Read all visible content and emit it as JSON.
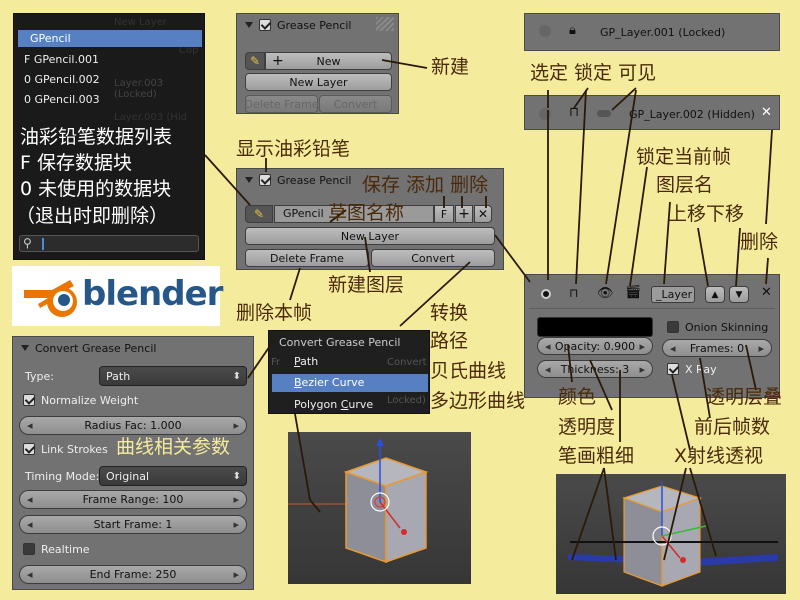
{
  "datablock_list": {
    "items": [
      "GPencil",
      "F GPencil.001",
      "0 GPencil.002",
      "0 GPencil.003"
    ],
    "selected_index": 0,
    "behind_text": [
      "New Layer",
      "Cop",
      "Layer.003 (Locked)",
      "Layer.003 (Hid"
    ],
    "search_placeholder": ""
  },
  "gp_panel_top": {
    "title": "Grease Pencil",
    "new_button": "New",
    "new_layer_button": "New Layer",
    "delete_frame_button": "Delete Frame",
    "convert_button": "Convert"
  },
  "gp_panel_mid": {
    "title": "Grease Pencil",
    "datablock_name": "GPencil",
    "fake_user_button": "F",
    "new_layer_button": "New Layer",
    "delete_frame_button": "Delete Frame",
    "convert_button": "Convert"
  },
  "layer_locked": {
    "name": "GP_Layer.001 (Locked)"
  },
  "layer_hidden": {
    "name": "GP_Layer.002 (Hidden)"
  },
  "layer_panel": {
    "layer_name": "_Layer",
    "opacity": "Opacity: 0.900",
    "thickness": "Thickness: 3",
    "onion_skinning": "Onion Skinning",
    "frames": "Frames: 0",
    "xray": "X Ray",
    "color": "#000000"
  },
  "convert_menu": {
    "title": "Convert Grease Pencil",
    "items": [
      {
        "prefix": "",
        "underline": "P",
        "rest": "ath"
      },
      {
        "prefix": "",
        "underline": "B",
        "rest": "ezier Curve"
      },
      {
        "prefix": "Polygon ",
        "underline": "C",
        "rest": "urve"
      }
    ],
    "behind_left": "Fr",
    "behind_right": "Convert",
    "behind_bottom": "Locked)",
    "highlighted_index": 1
  },
  "convert_panel": {
    "title": "Convert Grease Pencil",
    "type_label": "Type:",
    "type_value": "Path",
    "normalize_weight": "Normalize Weight",
    "radius_fac": "Radius Fac: 1.000",
    "link_strokes": "Link Strokes",
    "timing_mode_label": "Timing Mode:",
    "timing_mode_value": "Original",
    "frame_range": "Frame Range: 100",
    "start_frame": "Start Frame: 1",
    "realtime": "Realtime",
    "end_frame": "End Frame: 250"
  },
  "logo": {
    "text": "blender",
    "accent": "#ea7600",
    "blue": "#265787"
  },
  "annotations": {
    "list_line1": "油彩铅笔数据列表",
    "list_line2": "F 保存数据块",
    "list_line3": "0 未使用的数据块",
    "list_line4": "（退出时即删除）",
    "new": "新建",
    "show_gp": "显示油彩铅笔",
    "save_add_delete": "保存 添加 删除",
    "sketch_name": "草图名称",
    "new_layer": "新建图层",
    "delete_frame": "删除本帧",
    "convert": "转换",
    "path": "路径",
    "bezier": "贝氏曲线",
    "polygon": "多边形曲线",
    "curve_params": "曲线相关参数",
    "select_lock_visible": "选定 锁定 可见",
    "lock_frame": "锁定当前帧",
    "layer_name": "图层名",
    "move_up_down": "上移下移",
    "delete": "删除",
    "color": "颜色",
    "opacity": "透明度",
    "thickness": "笔画粗细",
    "onion": "透明层叠",
    "frames_count": "前后帧数",
    "xray": "X射线透视"
  },
  "colors": {
    "background": "#f4ec9c",
    "panel": "#727272",
    "highlight": "#5680c2",
    "annotation": "#4a2a0a"
  }
}
